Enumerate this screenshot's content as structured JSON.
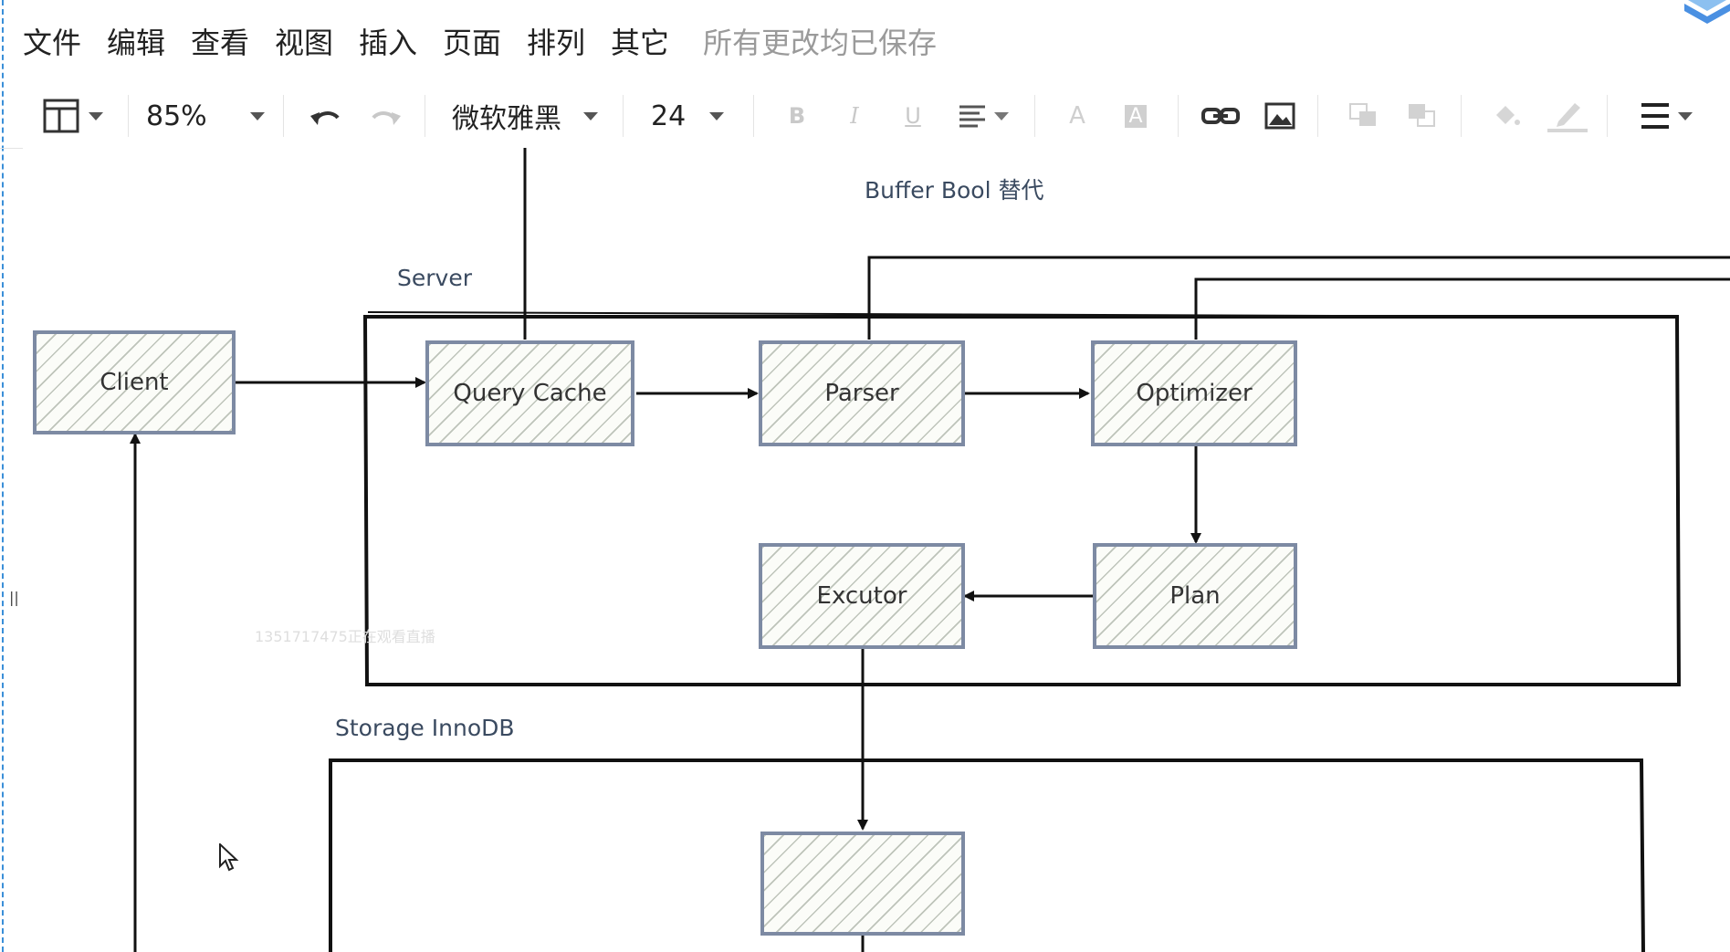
{
  "menu": [
    "文件",
    "编辑",
    "查看",
    "视图",
    "插入",
    "页面",
    "排列",
    "其它"
  ],
  "save_status": "所有更改均已保存",
  "toolbar": {
    "zoom": "85%",
    "font_family": "微软雅黑",
    "font_size": "24",
    "bold_label": "B",
    "italic_label": "I",
    "underline_label": "U",
    "font_color_label": "A",
    "font_bg_label": "A",
    "icons": [
      "layout-panel-icon",
      "undo-icon",
      "redo-icon",
      "align-icon",
      "link-icon",
      "image-icon",
      "bring-front-icon",
      "send-back-icon",
      "fill-color-icon",
      "line-color-icon",
      "line-style-icon"
    ]
  },
  "diagram": {
    "annotation_buffer": "Buffer Bool 替代",
    "server_label": "Server",
    "storage_label": "Storage InnoDB",
    "nodes": {
      "client": "Client",
      "query_cache": "Query Cache",
      "parser": "Parser",
      "optimizer": "Optimizer",
      "excutor": "Excutor",
      "plan": "Plan",
      "storage_node": ""
    },
    "colors": {
      "node_border": "#7d8aa3",
      "hatch": "#8c9687",
      "edge": "#111111"
    }
  },
  "watermark": "1351717475正在观看直播"
}
